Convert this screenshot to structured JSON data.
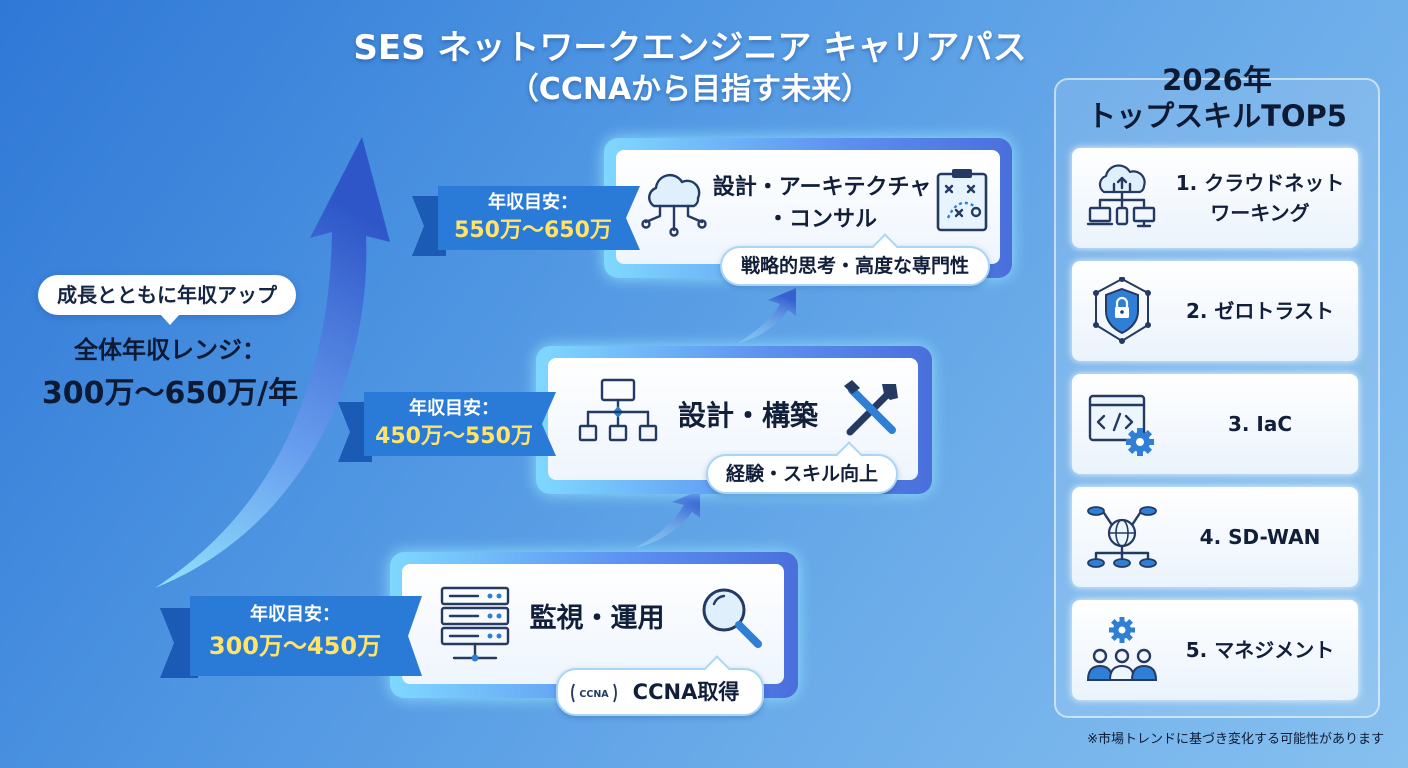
{
  "title": {
    "line1": "SES ネットワークエンジニア キャリアパス",
    "line2": "（CCNAから目指す未来）"
  },
  "summary": {
    "bubble": "成長とともに年収アップ",
    "range_label": "全体年収レンジ：",
    "range_value": "300万〜650万/年"
  },
  "stages": [
    {
      "title": "監視・運用",
      "salary_label": "年収目安：",
      "salary_value": "300万〜450万",
      "tag": "CCNA取得",
      "badge_text": "CCNA",
      "left_icon": "server-icon",
      "right_icon": "magnifier-icon"
    },
    {
      "title": "設計・構築",
      "salary_label": "年収目安：",
      "salary_value": "450万〜550万",
      "tag": "経験・スキル向上",
      "left_icon": "network-hierarchy-icon",
      "right_icon": "wrench-screwdriver-icon"
    },
    {
      "title_line1": "設計・アーキテクチャ",
      "title_line2": "・コンサル",
      "salary_label": "年収目安：",
      "salary_value": "550万〜650万",
      "tag": "戦略的思考・高度な専門性",
      "left_icon": "cloud-network-icon",
      "right_icon": "strategy-clipboard-icon"
    }
  ],
  "skills_panel": {
    "title_line1": "2026年",
    "title_line2": "トップスキルTOP5",
    "items": [
      {
        "name_line1": "1. クラウドネット",
        "name_line2": "ワーキング",
        "icon": "cloud-devices-icon"
      },
      {
        "name_line1": "2. ゼロトラスト",
        "name_line2": "",
        "icon": "shield-lock-icon"
      },
      {
        "name_line1": "3. IaC",
        "name_line2": "",
        "icon": "code-gear-icon"
      },
      {
        "name_line1": "4. SD-WAN",
        "name_line2": "",
        "icon": "globe-network-icon"
      },
      {
        "name_line1": "5. マネジメント",
        "name_line2": "",
        "icon": "team-gear-icon"
      }
    ],
    "footnote": "※市場トレンドに基づき変化する可能性があります"
  },
  "colors": {
    "ribbon": "#1f6fd2",
    "salary_value": "#ffe36a",
    "card_glow": "#7fd8ff",
    "accent_blue": "#2f7fd6",
    "icon_dark": "#243a63"
  }
}
